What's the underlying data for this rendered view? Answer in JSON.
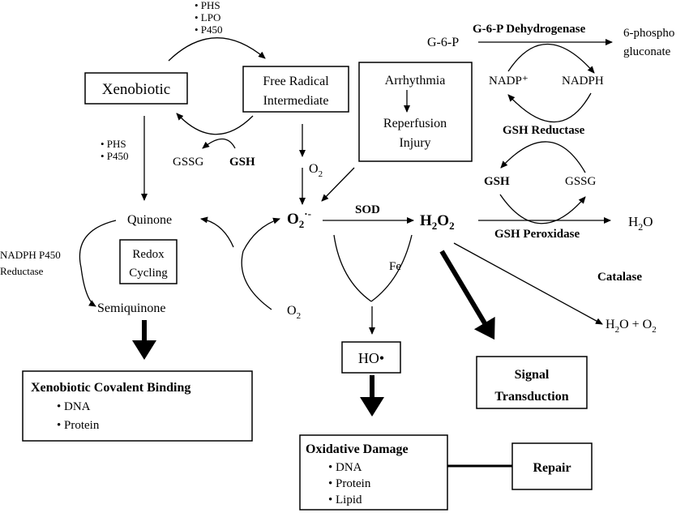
{
  "diagram": {
    "top_enzymes": [
      "• PHS",
      "• LPO",
      "• P450"
    ],
    "xenobiotic": "Xenobiotic",
    "free_radical": [
      "Free Radical",
      "Intermediate"
    ],
    "gssg_left": "GSSG",
    "gsh_left": "GSH",
    "side_enzymes": [
      "• PHS",
      "• P450"
    ],
    "o2_mid": {
      "base": "O",
      "sub": "2"
    },
    "arrhythmia": "Arrhythmia",
    "reperfusion": [
      "Reperfusion",
      "Injury"
    ],
    "g6p": "G-6-P",
    "g6p_dehydrogenase": "G-6-P Dehydrogenase",
    "phosphogluconate": [
      "6-phospho",
      "gluconate"
    ],
    "nadp": "NADP⁺",
    "nadph": "NADPH",
    "gsh_reductase": "GSH Reductase",
    "gsh_right": "GSH",
    "gssg_right": "GSSG",
    "superoxide": {
      "base": "O",
      "sub": "2",
      "sup": "·-"
    },
    "sod": "SOD",
    "h2o2": {
      "base1": "H",
      "sub1": "2",
      "base2": "O",
      "sub2": "2"
    },
    "gsh_peroxidase": "GSH Peroxidase",
    "h2o": {
      "base1": "H",
      "sub": "2",
      "base2": "O"
    },
    "quinone": "Quinone",
    "redox_cycling": [
      "Redox",
      "Cycling"
    ],
    "nadph_p450_reductase": [
      "NADPH P450",
      "Reductase"
    ],
    "semiquinone": "Semiquinone",
    "o2_bottom": {
      "base": "O",
      "sub": "2"
    },
    "fe": "Fe",
    "catalase": "Catalase",
    "h2o_o2": {
      "a": "H",
      "a_sub": "2",
      "b": "O + O",
      "b_sub": "2"
    },
    "hydroxyl": "HO•",
    "signal_transduction": [
      "Signal",
      "Transduction"
    ],
    "covalent_binding": {
      "title": "Xenobiotic Covalent Binding",
      "items": [
        "• DNA",
        "• Protein"
      ]
    },
    "oxidative_damage": {
      "title": "Oxidative Damage",
      "items": [
        "• DNA",
        "• Protein",
        "• Lipid"
      ]
    },
    "repair": "Repair"
  }
}
